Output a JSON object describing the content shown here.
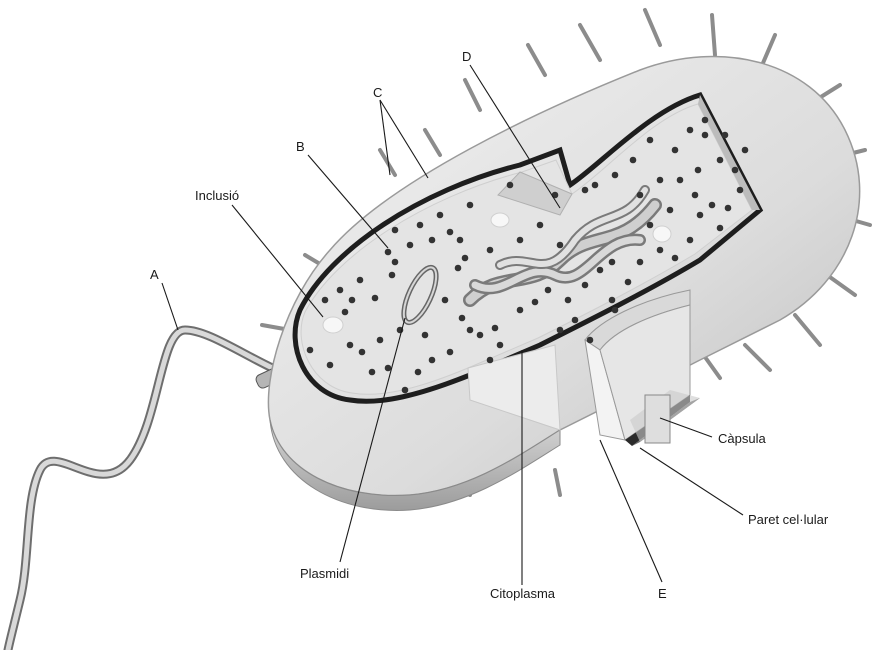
{
  "diagram": {
    "labels": {
      "a": "A",
      "b": "B",
      "c": "C",
      "d": "D",
      "e": "E",
      "inclusio": "Inclusió",
      "plasmidi": "Plasmidi",
      "citoplasma": "Citoplasma",
      "capsula": "Càpsula",
      "paret": "Paret cel·lular"
    }
  }
}
